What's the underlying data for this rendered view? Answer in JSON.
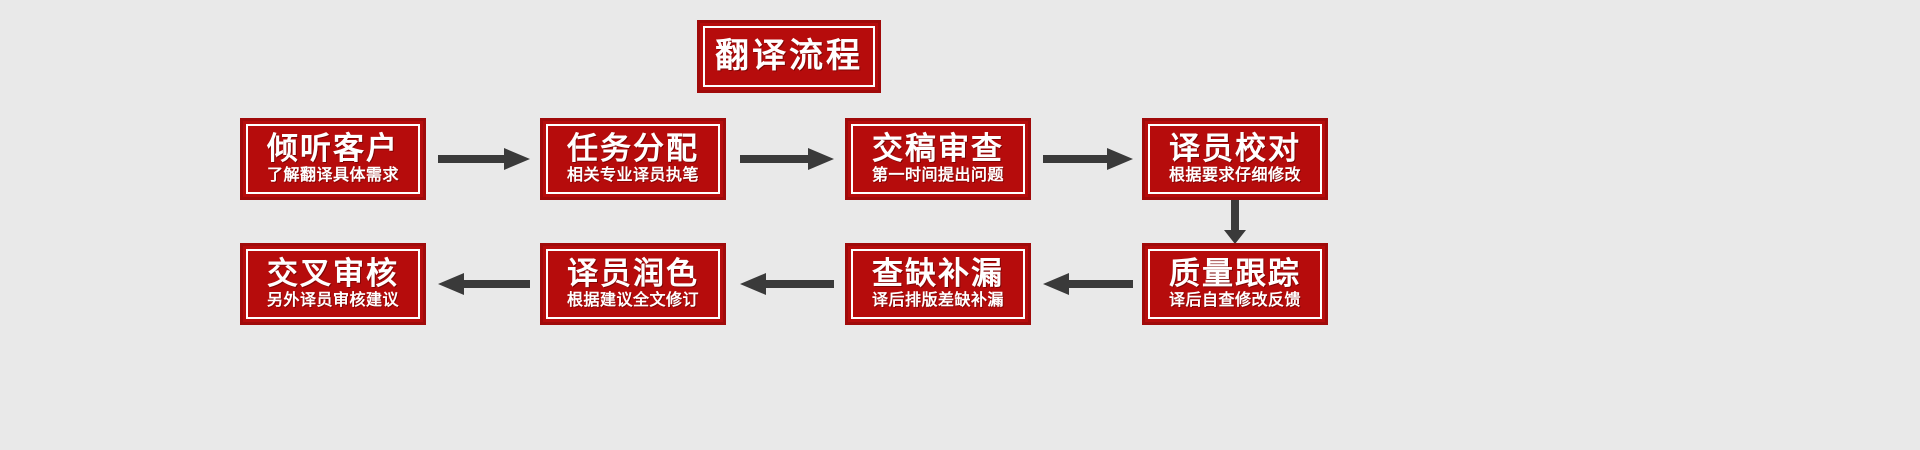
{
  "diagram": {
    "title": "翻译流程",
    "background_color": "#e9e9e9",
    "box_fill_color": "#b60c0c",
    "box_border_color": "#a00a0a",
    "text_color": "#ffffff",
    "arrow_color": "#3a3a3a",
    "steps": [
      {
        "index": 1,
        "title": "倾听客户",
        "subtitle": "了解翻译具体需求"
      },
      {
        "index": 2,
        "title": "任务分配",
        "subtitle": "相关专业译员执笔"
      },
      {
        "index": 3,
        "title": "交稿审查",
        "subtitle": "第一时间提出问题"
      },
      {
        "index": 4,
        "title": "译员校对",
        "subtitle": "根据要求仔细修改"
      },
      {
        "index": 5,
        "title": "质量跟踪",
        "subtitle": "译后自查修改反馈"
      },
      {
        "index": 6,
        "title": "查缺补漏",
        "subtitle": "译后排版差缺补漏"
      },
      {
        "index": 7,
        "title": "译员润色",
        "subtitle": "根据建议全文修订"
      },
      {
        "index": 8,
        "title": "交叉审核",
        "subtitle": "另外译员审核建议"
      }
    ],
    "connectors": [
      {
        "name": "arrow-step1-to-step2",
        "direction": "right"
      },
      {
        "name": "arrow-step2-to-step3",
        "direction": "right"
      },
      {
        "name": "arrow-step3-to-step4",
        "direction": "right"
      },
      {
        "name": "arrow-step4-to-step5",
        "direction": "down"
      },
      {
        "name": "arrow-step5-to-step6",
        "direction": "left"
      },
      {
        "name": "arrow-step6-to-step7",
        "direction": "left"
      },
      {
        "name": "arrow-step7-to-step8",
        "direction": "left"
      }
    ]
  }
}
